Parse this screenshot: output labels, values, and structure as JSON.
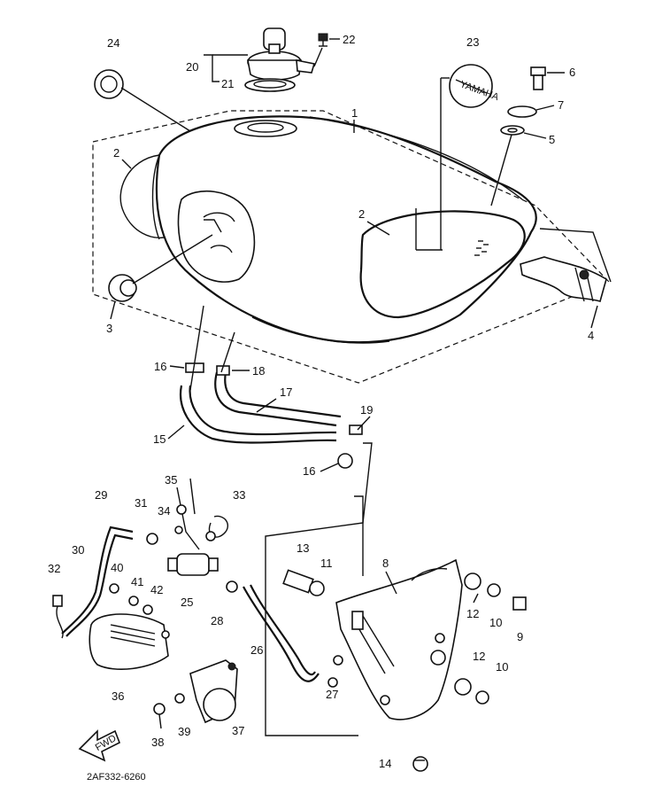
{
  "diagram": {
    "drawing_code": "2AF332-6260",
    "fwd_label": "FWD",
    "emblem_text": "YAMAHA",
    "parts": [
      "1",
      "2",
      "2",
      "3",
      "4",
      "5",
      "6",
      "7",
      "8",
      "9",
      "10",
      "10",
      "11",
      "12",
      "12",
      "13",
      "14",
      "15",
      "16",
      "16",
      "17",
      "18",
      "19",
      "20",
      "21",
      "22",
      "23",
      "24",
      "25",
      "26",
      "27",
      "28",
      "29",
      "30",
      "31",
      "32",
      "33",
      "34",
      "35",
      "36",
      "37",
      "38",
      "39",
      "40",
      "41",
      "42"
    ]
  }
}
